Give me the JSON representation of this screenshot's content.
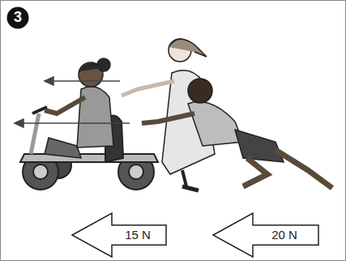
{
  "diagram": {
    "nodes": [
      {
        "text": [
          "3"
        ]
      },
      {
        "text": [
          "15 N"
        ]
      },
      {
        "text": [
          "20 N"
        ]
      }
    ]
  }
}
